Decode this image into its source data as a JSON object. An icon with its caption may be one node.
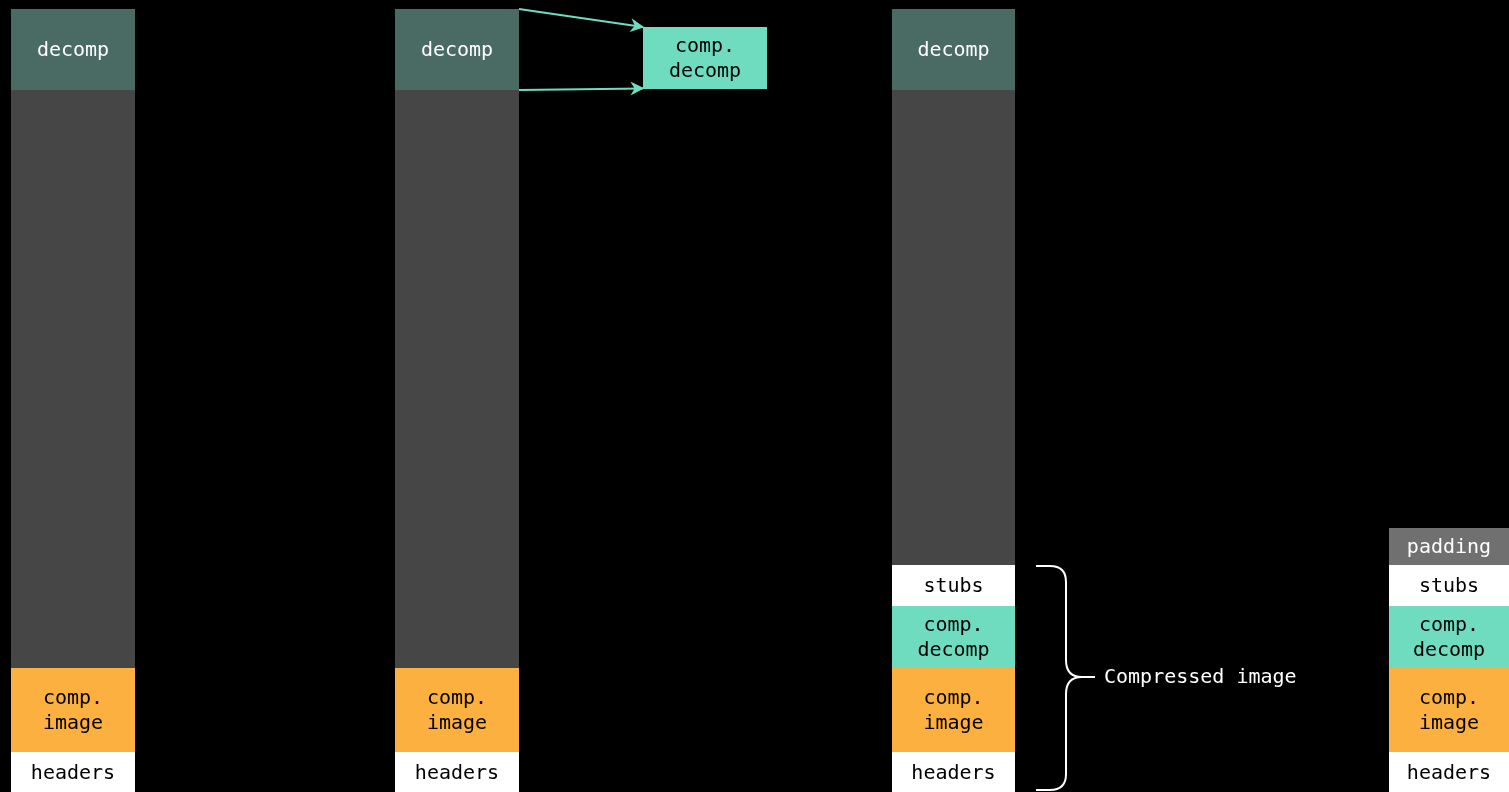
{
  "diagram": {
    "nodes": [
      {
        "text": [
          "decomp"
        ]
      },
      {
        "text": [],
        "shape": "box"
      },
      {
        "text": [
          "comp. image"
        ]
      },
      {
        "text": [
          "headers"
        ]
      },
      {
        "text": [
          "decomp"
        ]
      },
      {
        "text": [],
        "shape": "box"
      },
      {
        "text": [
          "comp. image"
        ]
      },
      {
        "text": [
          "headers"
        ]
      },
      {
        "text": [
          "comp. decomp"
        ]
      },
      {
        "text": [
          "decomp"
        ]
      },
      {
        "text": [],
        "shape": "box"
      },
      {
        "text": [
          "stubs"
        ]
      },
      {
        "text": [
          "comp. decomp"
        ]
      },
      {
        "text": [
          "comp. image"
        ]
      },
      {
        "text": [
          "headers"
        ]
      },
      {
        "text": [
          "padding"
        ]
      },
      {
        "text": [
          "stubs"
        ]
      },
      {
        "text": [
          "comp. decomp"
        ]
      },
      {
        "text": [
          "comp. image"
        ]
      },
      {
        "text": [
          "headers"
        ]
      }
    ],
    "edges": [
      {
        "from": 4,
        "to": 8,
        "arrow": "to"
      },
      {
        "from": 4,
        "to": 8,
        "arrow": "to"
      }
    ],
    "labels": [
      "Compressed image"
    ]
  }
}
